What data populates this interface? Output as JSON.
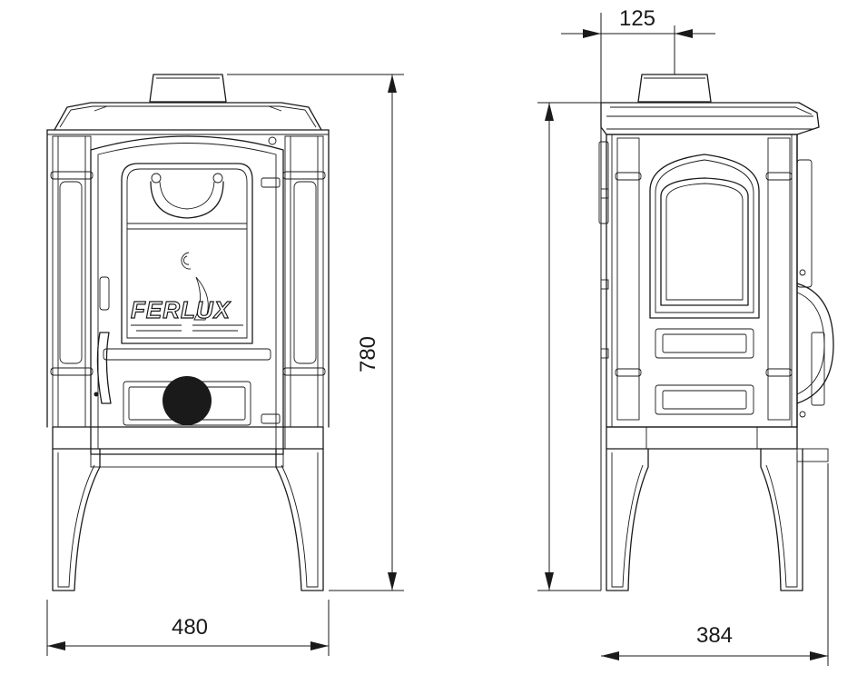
{
  "dimensions": {
    "width_front": "480",
    "height_overall": "780",
    "depth_side": "384",
    "flue_offset": "125"
  },
  "brand_logo": "FERLUX",
  "colors": {
    "line": "#1a1a1a",
    "background": "#ffffff",
    "flue_outlet": "#1a1a1a"
  }
}
